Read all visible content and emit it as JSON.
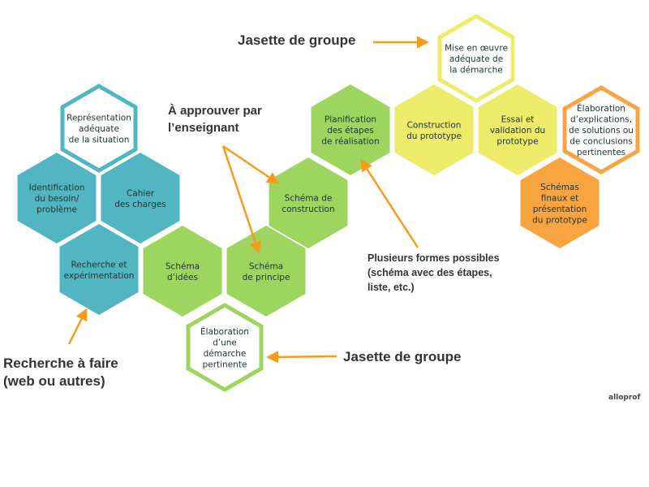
{
  "colors": {
    "teal": "#52b6c2",
    "green": "#9dd55f",
    "yellow": "#eeeb6b",
    "orange": "#f8a441",
    "arrow": "#f89a1c",
    "text": "#1e3434"
  },
  "hexagons": [
    {
      "id": "representation",
      "lines": [
        "Représentation",
        "adéquate",
        "de la situation"
      ],
      "color": "teal",
      "outlined": true
    },
    {
      "id": "identification",
      "lines": [
        "Identification",
        "du besoin/",
        "problème"
      ],
      "color": "teal",
      "outlined": false
    },
    {
      "id": "cahier",
      "lines": [
        "Cahier",
        "des charges"
      ],
      "color": "teal",
      "outlined": false
    },
    {
      "id": "recherche",
      "lines": [
        "Recherche et",
        "expérimentation"
      ],
      "color": "teal",
      "outlined": false
    },
    {
      "id": "schema-idees",
      "lines": [
        "Schéma",
        "d’idées"
      ],
      "color": "green",
      "outlined": false
    },
    {
      "id": "schema-principe",
      "lines": [
        "Schéma",
        "de principe"
      ],
      "color": "green",
      "outlined": false
    },
    {
      "id": "schema-construction",
      "lines": [
        "Schéma de",
        "construction"
      ],
      "color": "green",
      "outlined": false
    },
    {
      "id": "elaboration-demarche",
      "lines": [
        "Élaboration",
        "d’une",
        "démarche",
        "pertinente"
      ],
      "color": "green",
      "outlined": true
    },
    {
      "id": "planification",
      "lines": [
        "Planification",
        "des étapes",
        "de réalisation"
      ],
      "color": "green",
      "outlined": false
    },
    {
      "id": "construction",
      "lines": [
        "Construction",
        "du prototype"
      ],
      "color": "yellow",
      "outlined": false
    },
    {
      "id": "essai",
      "lines": [
        "Essai et",
        "validation du",
        "prototype"
      ],
      "color": "yellow",
      "outlined": false
    },
    {
      "id": "mise-en-oeuvre",
      "lines": [
        "Mise en œuvre",
        "adéquate de",
        "la démarche"
      ],
      "color": "yellow",
      "outlined": true
    },
    {
      "id": "elaboration-explications",
      "lines": [
        "Élaboration",
        "d’explications,",
        "de solutions ou",
        "de conclusions",
        "pertinentes"
      ],
      "color": "orange",
      "outlined": true
    },
    {
      "id": "schemas-finaux",
      "lines": [
        "Schémas",
        "finaux et",
        "présentation",
        "du prototype"
      ],
      "color": "orange",
      "outlined": false
    }
  ],
  "annotations": {
    "jasette_top": "Jasette de groupe",
    "approuver": [
      "À approuver par",
      "l’enseignant"
    ],
    "plusieurs": [
      "Plusieurs formes possibles",
      "(schéma avec des étapes,",
      "liste, etc.)"
    ],
    "jasette_bottom": "Jasette de groupe",
    "recherche": [
      "Recherche à faire",
      "(web ou autres)"
    ]
  },
  "logo": "alloprof"
}
